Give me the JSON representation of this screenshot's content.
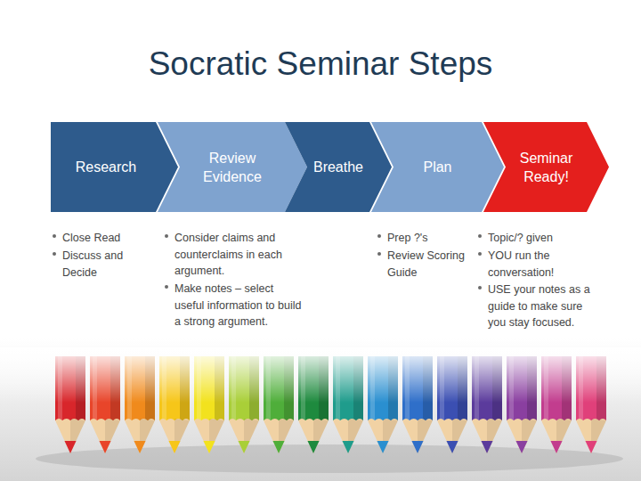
{
  "diagram": {
    "title": "Socratic Seminar Steps",
    "nodes": [
      {
        "text": [
          "Research"
        ]
      },
      {
        "text": [
          "Review Evidence"
        ]
      },
      {
        "text": [
          "Breathe"
        ]
      },
      {
        "text": [
          "Plan"
        ]
      },
      {
        "text": [
          "Seminar Ready!"
        ]
      }
    ],
    "labels": [
      "Close Read",
      "Discuss and Decide",
      "Consider claims and counterclaims in each argument.",
      "Make notes – select useful information to build a strong argument.",
      "Prep ?'s",
      "Review Scoring Guide",
      "Topic/? given",
      "YOU run the conversation!",
      "USE your notes as a guide to make sure you stay focused."
    ]
  }
}
